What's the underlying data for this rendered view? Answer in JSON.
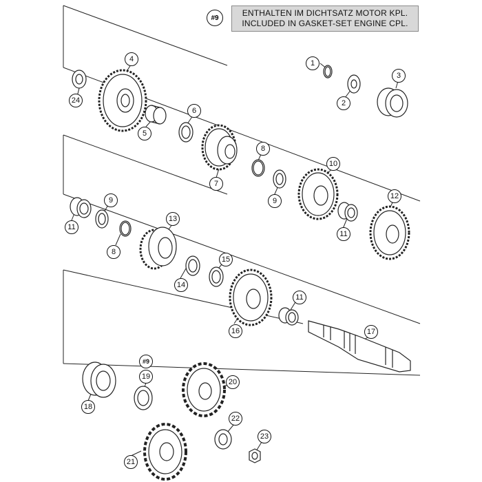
{
  "note": {
    "ref": "#9",
    "line1": "ENTHALTEN IM DICHTSATZ MOTOR KPL.",
    "line2": "INCLUDED IN GASKET-SET ENGINE CPL."
  },
  "callouts": {
    "c1": "1",
    "c2": "2",
    "c3": "3",
    "c4": "4",
    "c5": "5",
    "c6": "6",
    "c7": "7",
    "c8a": "8",
    "c8b": "8",
    "c9a": "9",
    "c9b": "9",
    "c10": "10",
    "c11a": "11",
    "c11b": "11",
    "c11c": "11",
    "c12": "12",
    "c13": "13",
    "c14": "14",
    "c15": "15",
    "c16": "16",
    "c17": "17",
    "c18": "18",
    "c19": "19",
    "c19ref": "#9",
    "c20": "20",
    "c21": "21",
    "c22": "22",
    "c23": "23",
    "c24": "24"
  },
  "colors": {
    "line": "#222222",
    "box": "#d8d8d8"
  }
}
